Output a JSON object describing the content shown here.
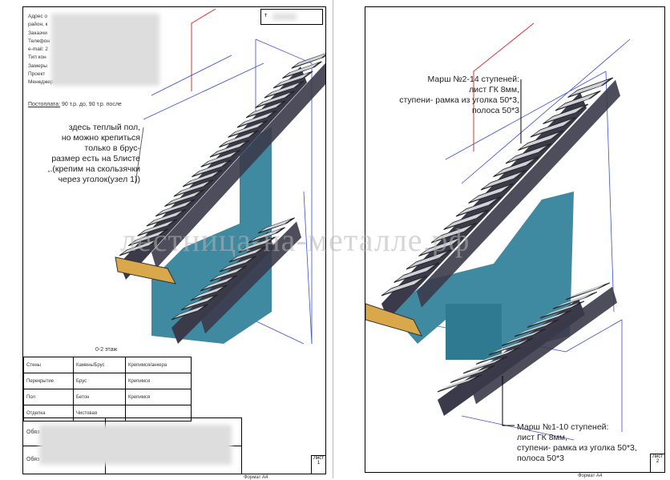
{
  "page1": {
    "info_labels": [
      "Адрес о",
      "район, к",
      "Заказчи",
      "Телефон",
      "e-mail: 2",
      "Тип кон",
      "Замеры",
      "Проект",
      "Менеджер"
    ],
    "payment": "Постоплата:",
    "payment_value": "90 т.р. до, 90 т.р. после",
    "stamp": "т",
    "note": [
      "здесь теплый пол,",
      "но можно крепиться",
      "только в брус-",
      "размер есть на 5листе",
      ",.(крепим на скользячки",
      "через уголок(узел 1))"
    ],
    "floor_label": "0-2 этаж",
    "materials": [
      [
        "Стены",
        "Камень/Брус",
        "Крепимся/анкера"
      ],
      [
        "Перекрытие",
        "Брус",
        "Крепимся"
      ],
      [
        "Пол",
        "Бетон",
        "Крепимся"
      ],
      [
        "Отделка",
        "Чистовая",
        ""
      ]
    ],
    "title_rows": [
      "Обяз",
      "Обяз"
    ],
    "sheet_label": "Лист",
    "sheet_number": "1",
    "format": "Формат А4"
  },
  "page2": {
    "note_top": [
      "Марш №2-14 ступеней:",
      "лист ГК 8мм,",
      "ступени- рамка из уголка 50*3,",
      "полоса 50*3"
    ],
    "note_bottom": [
      "Марш №1-10 ступеней:",
      "лист ГК 8мм,",
      "ступени- рамка из уголка 50*3,",
      "полоса 50*3"
    ],
    "sheet_label": "Лист",
    "sheet_number": "2",
    "format": "Формат А4"
  },
  "watermark": "лестница-на-металле.рф",
  "colors": {
    "wall": "#3f8aa0",
    "stringer": "#3a3a4a",
    "beam": "#d9a84a",
    "guide": "#3b4ed8",
    "red": "#d33"
  }
}
